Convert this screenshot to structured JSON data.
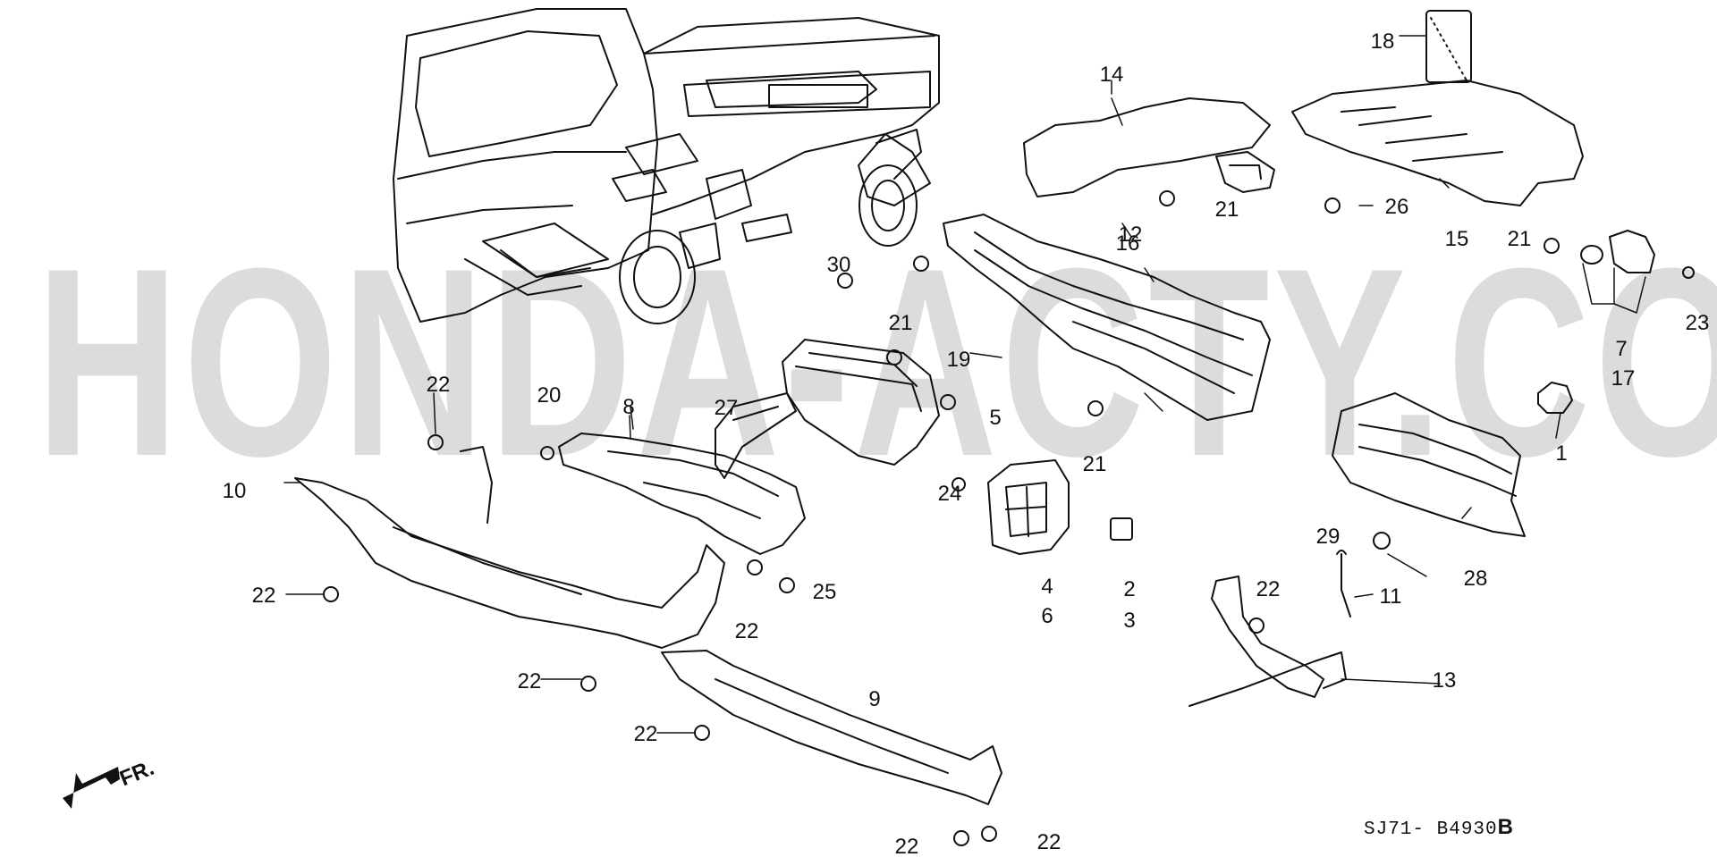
{
  "watermark": "HONDA-ACTY.COM",
  "diagram_code": "SJ71- B4930",
  "diagram_code_suffix": "B",
  "front_indicator": "FR.",
  "callouts": [
    "1",
    "2",
    "3",
    "4",
    "5",
    "6",
    "7",
    "8",
    "9",
    "10",
    "11",
    "12",
    "13",
    "14",
    "15",
    "16",
    "17",
    "18",
    "19",
    "20",
    "21",
    "22",
    "23",
    "24",
    "25",
    "26",
    "27",
    "28",
    "29",
    "30"
  ],
  "colors": {
    "line": "#111111",
    "watermark": "#dcdcdc",
    "background": "#ffffff"
  }
}
